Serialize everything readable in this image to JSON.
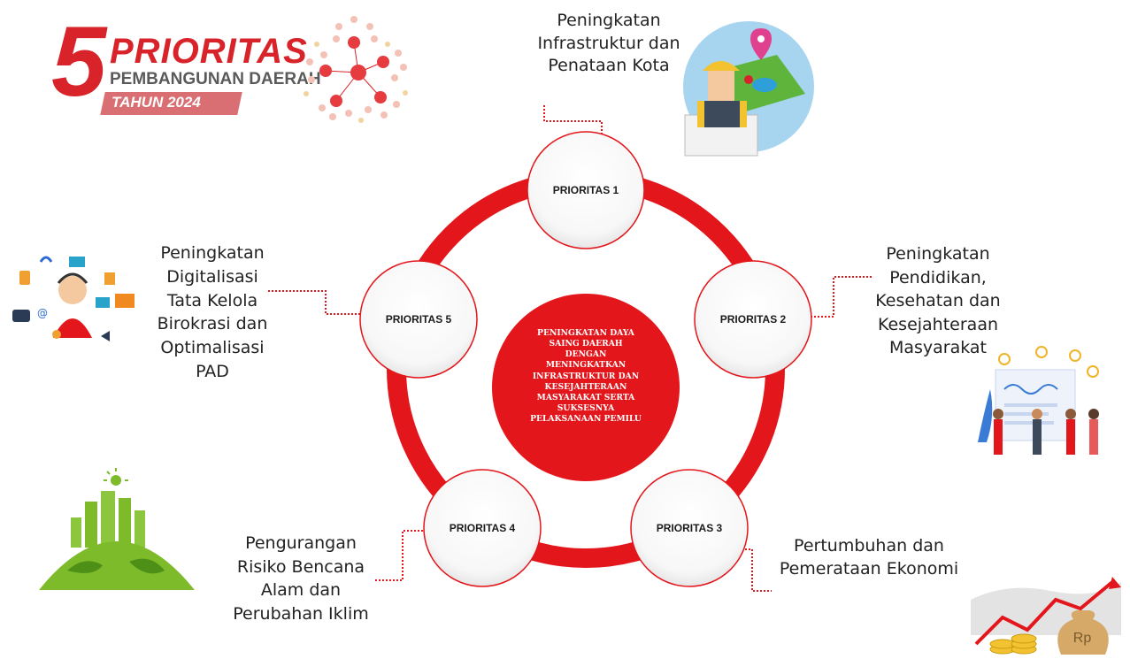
{
  "header": {
    "number": "5",
    "title": "PRIORITAS",
    "subtitle": "PEMBANGUNAN DAERAH",
    "year": "TAHUN 2024"
  },
  "center": {
    "lines": [
      "PENINGKATAN DAYA",
      "SAING DAERAH",
      "DENGAN",
      "MENINGKATKAN",
      "INFRASTRUKTUR DAN",
      "KESEJAHTERAAN",
      "MASYARAKAT SERTA",
      "SUKSESNYA",
      "PELAKSANAAN PEMILU"
    ]
  },
  "priorities": [
    {
      "label": "PRIORITAS 1",
      "description": [
        "Peningkatan",
        "Infrastruktur dan",
        "Penataan Kota"
      ]
    },
    {
      "label": "PRIORITAS 2",
      "description": [
        "Peningkatan",
        "Pendidikan,",
        "Kesehatan dan",
        "Kesejahteraan",
        "Masyarakat"
      ]
    },
    {
      "label": "PRIORITAS 3",
      "description": [
        "Pertumbuhan dan",
        "Pemerataan Ekonomi"
      ]
    },
    {
      "label": "PRIORITAS 4",
      "description": [
        "Pengurangan",
        "Risiko Bencana",
        "Alam dan",
        "Perubahan Iklim"
      ]
    },
    {
      "label": "PRIORITAS 5",
      "description": [
        "Peningkatan",
        "Digitalisasi",
        "Tata Kelola",
        "Birokrasi dan",
        "Optimalisasi",
        "PAD"
      ]
    }
  ],
  "icons": {
    "money": "Rp"
  },
  "colors": {
    "red": "#e3161b",
    "dark_red": "#d8232a",
    "connector": "#e3161b",
    "green": "#7dbb2a"
  }
}
